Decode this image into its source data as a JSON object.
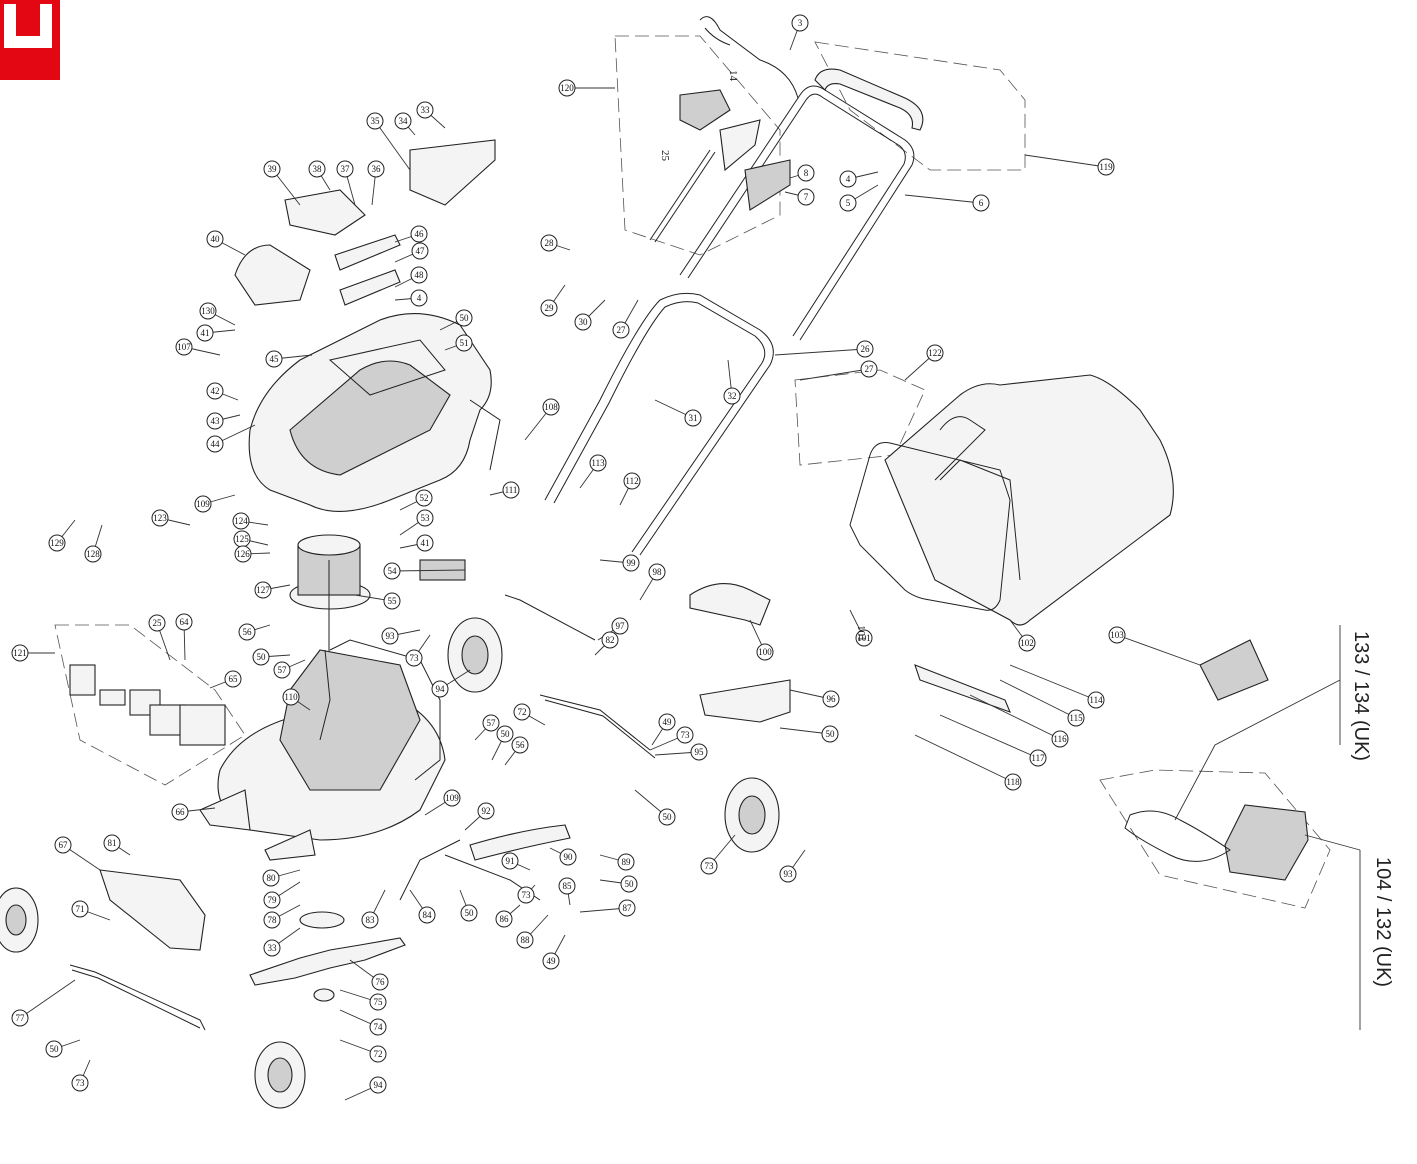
{
  "colors": {
    "brand_corner": "#e30613",
    "line": "#222222"
  },
  "labels": {
    "battery_group": "133 / 134 (UK)",
    "charger_group": "104 / 132 (UK)",
    "cable_part": "25",
    "handle_bolt": "14",
    "grass_box": "101"
  },
  "parts": [
    "3",
    "120",
    "14",
    "25",
    "119",
    "4",
    "5",
    "6",
    "8",
    "7",
    "33",
    "34",
    "35",
    "36",
    "37",
    "38",
    "39",
    "40",
    "46",
    "47",
    "48",
    "4",
    "130",
    "41",
    "107",
    "45",
    "50",
    "51",
    "42",
    "43",
    "44",
    "108",
    "28",
    "29",
    "30",
    "27",
    "26",
    "32",
    "27",
    "122",
    "31",
    "109",
    "113",
    "111",
    "112",
    "52",
    "53",
    "41",
    "129",
    "128",
    "123",
    "124",
    "125",
    "126",
    "127",
    "54",
    "55",
    "99",
    "98",
    "56",
    "50",
    "57",
    "93",
    "73",
    "97",
    "82",
    "100",
    "103",
    "101",
    "102",
    "114",
    "115",
    "116",
    "117",
    "118",
    "121",
    "25",
    "64",
    "65",
    "110",
    "94",
    "96",
    "50",
    "72",
    "49",
    "73",
    "95",
    "57",
    "50",
    "56",
    "66",
    "109",
    "50",
    "67",
    "81",
    "80",
    "79",
    "78",
    "33",
    "92",
    "90",
    "89",
    "50",
    "91",
    "73",
    "85",
    "86",
    "88",
    "87",
    "49",
    "83",
    "84",
    "50",
    "71",
    "77",
    "76",
    "75",
    "74",
    "72",
    "50",
    "73",
    "94",
    "73",
    "93"
  ]
}
